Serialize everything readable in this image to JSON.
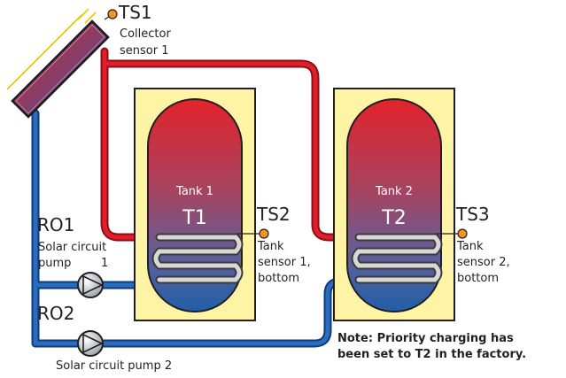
{
  "sensors": {
    "ts1": {
      "id": "TS1",
      "desc_line1": "Collector",
      "desc_line2": "sensor 1"
    },
    "ts2": {
      "id": "TS2",
      "desc_line1": "Tank",
      "desc_line2": "sensor 1,",
      "desc_line3": "bottom"
    },
    "ts3": {
      "id": "TS3",
      "desc_line1": "Tank",
      "desc_line2": "sensor 2,",
      "desc_line3": "bottom"
    }
  },
  "tanks": {
    "tank1": {
      "label": "Tank 1",
      "id": "T1"
    },
    "tank2": {
      "label": "Tank 2",
      "id": "T2"
    }
  },
  "pumps": {
    "ro1": {
      "id": "RO1",
      "desc_line1": "Solar circuit",
      "desc_line2": "pump",
      "desc_num": "1"
    },
    "ro2": {
      "id": "RO2",
      "desc": "Solar circuit pump 2"
    }
  },
  "note": {
    "line1": "Note: Priority charging has",
    "line2": "been set to T2 in the factory."
  },
  "colors": {
    "hot_pipe": "#e21e2b",
    "cold_pipe": "#1f5fa8",
    "casing": "#fff3a6",
    "sensor": "#f7941d"
  }
}
